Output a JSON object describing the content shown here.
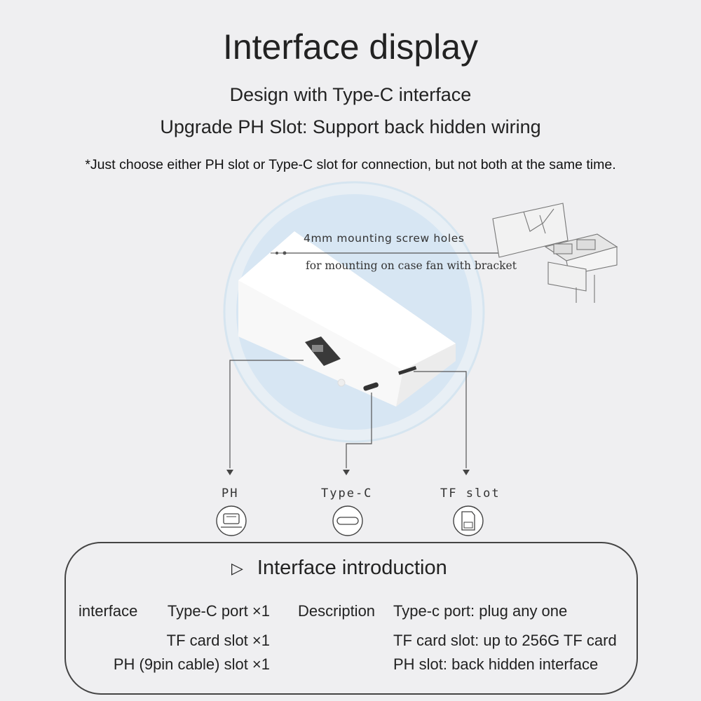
{
  "header": {
    "title": "Interface display",
    "subtitle_1": "Design with Type-C interface",
    "subtitle_2": "Upgrade PH Slot: Support back hidden wiring",
    "note": "*Just choose either PH slot or Type-C slot for connection,  but not both at the same time."
  },
  "diagram": {
    "mount_label": "4mm mounting screw holes",
    "mount_sub": "for mounting on case fan with bracket",
    "ports": [
      {
        "label": "PH",
        "icon": "ph-connector-icon"
      },
      {
        "label": "Type-C",
        "icon": "type-c-icon"
      },
      {
        "label": "TF slot",
        "icon": "tf-card-icon"
      }
    ]
  },
  "intro": {
    "heading": "Interface introduction",
    "col1_title": "interface",
    "items": [
      "Type-C port ×1",
      "TF card slot ×1",
      "PH (9pin cable) slot ×1"
    ],
    "col2_title": "Description",
    "descriptions": [
      "Type-c port: plug any one",
      "TF card slot: up to 256G TF card",
      "PH slot: back hidden interface"
    ]
  }
}
